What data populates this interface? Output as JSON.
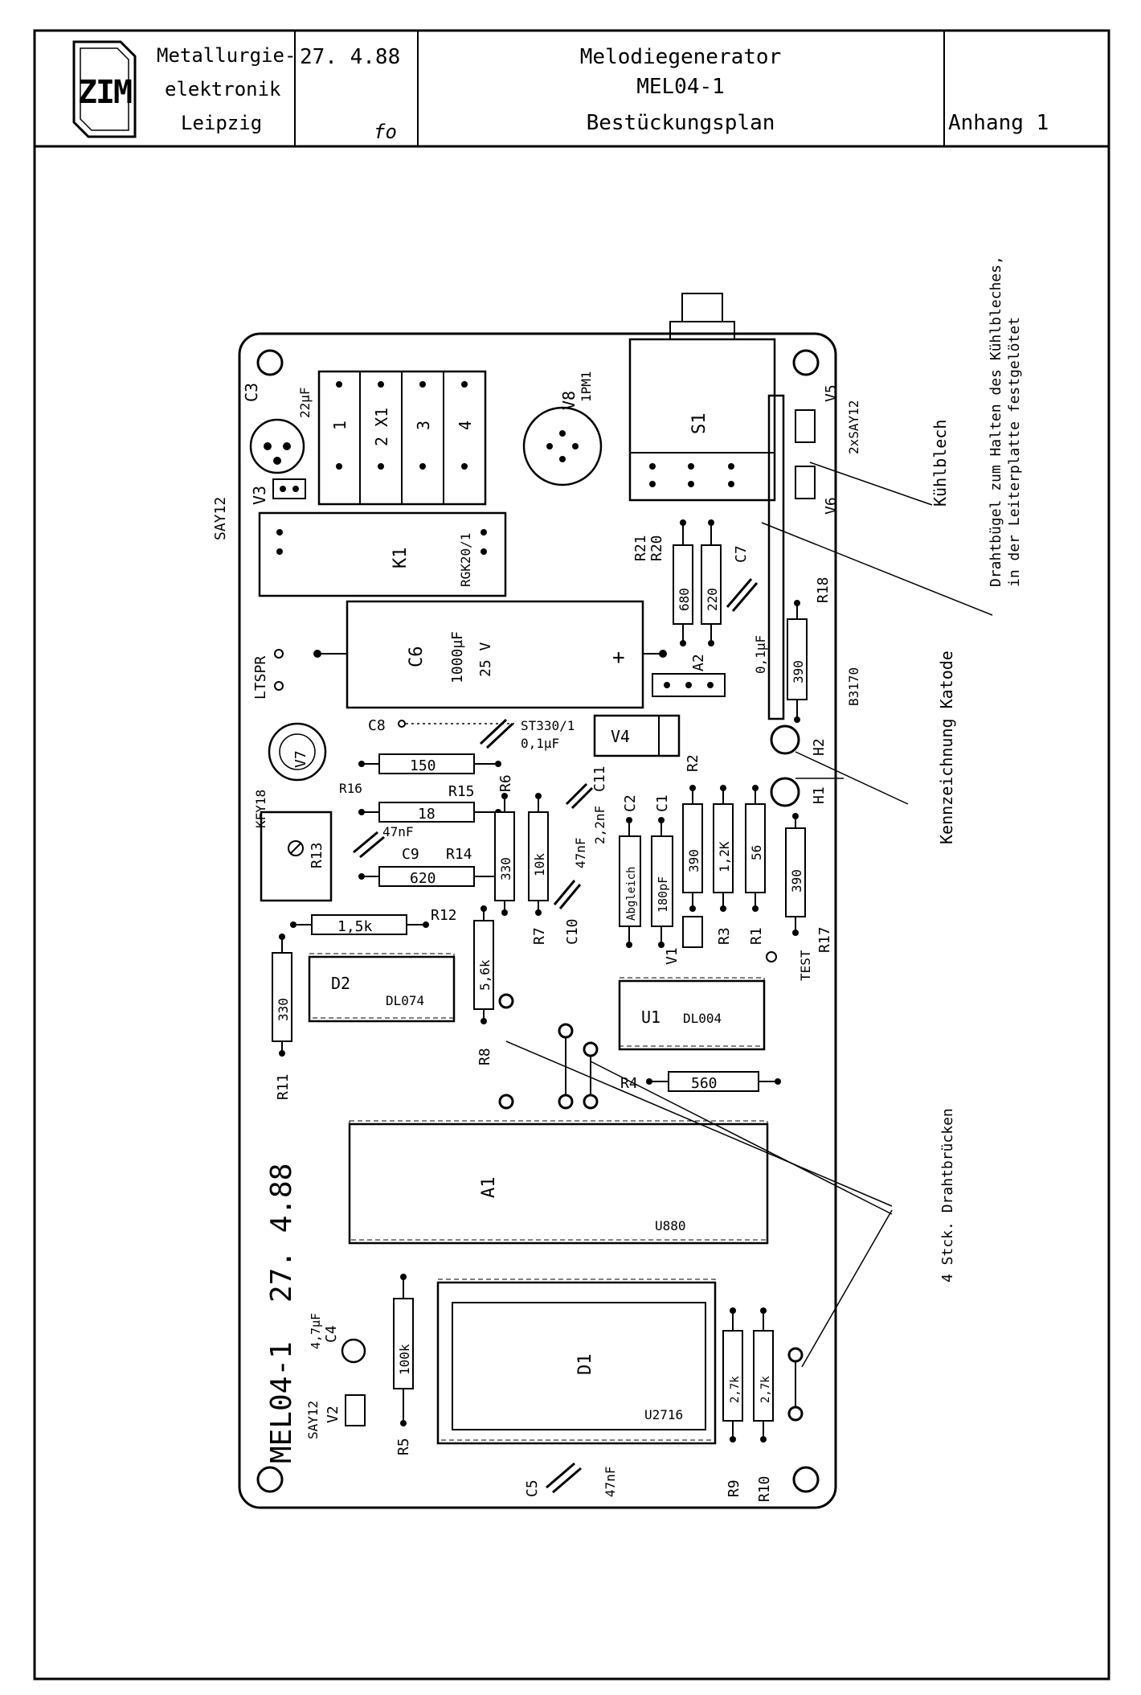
{
  "title_block": {
    "company": [
      "Metallurgie-",
      "elektronik",
      "Leipzig"
    ],
    "date": "27. 4.88",
    "signature": "fo",
    "title_lines": [
      "Melodiegenerator",
      "MEL04-1",
      "Bestückungsplan"
    ],
    "appendix": "Anhang 1",
    "logo_text": "ZIM"
  },
  "board": {
    "marking_id": "MEL04-1",
    "marking_date": "27. 4.88",
    "components": {
      "c3": "C3",
      "c3_val": "22µF",
      "v3": "V3",
      "sa_left": "SAY12",
      "x1_pins": [
        "1",
        "2 X1",
        "3",
        "4"
      ],
      "v8": "V8",
      "v8_type": "1PM1",
      "s1": "S1",
      "v5": "V5",
      "v6": "V6",
      "sa_right": "2xSAY12",
      "k1": "K1",
      "k1_type": "RGK20/1",
      "r21": "R21",
      "r20": "R20",
      "r21_val": "680",
      "r20_val": "220",
      "c7": "C7",
      "c7_val": "0,1µF",
      "r18": "R18",
      "r18_val": "390",
      "b3170": "B3170",
      "ltspr": "LTSPR",
      "c6": "C6",
      "c6_val": "1000µF",
      "c6_volt": "25 V",
      "a2": "A2",
      "st": "ST330/1",
      "c8": "C8",
      "c8_val": "0,1µF",
      "v4": "V4",
      "r2": "R2",
      "h1": "H1",
      "h2": "H2",
      "v7": "V7",
      "kfy": "KFY18",
      "r16": "R16",
      "r16_val": "150",
      "r15": "R15",
      "r15_val": "18",
      "c9": "C9",
      "c9_val": "47nF",
      "r14": "R14",
      "r14_val": "620",
      "r13": "R13",
      "r6": "R6",
      "r6_val": "330",
      "r7": "R7",
      "r7_val": "10k",
      "c10": "C10",
      "c10_val": "47nF",
      "c11": "C11",
      "c11_val": "2,2nF",
      "c2": "C2",
      "c2_val": "Abgleich",
      "c1": "C1",
      "c1_val": "180pF",
      "r3": "R3",
      "r3_val": "1,2K",
      "r1": "R1",
      "r1_val": "56",
      "r17": "R17",
      "r17_val": "390",
      "rr": "390",
      "v1": "V1",
      "test": "TEST",
      "r12": "R12",
      "r12_val": "1,5k",
      "r11": "R11",
      "r11_val": "330",
      "d2": "D2",
      "d2_type": "DL074",
      "r8": "R8",
      "r8_val": "5,6k",
      "u1": "U1",
      "u1_type": "DL004",
      "r4": "R4",
      "r4_val": "560",
      "a1": "A1",
      "a1_type": "U880",
      "c4": "C4",
      "c4_val": "4,7µF",
      "v2": "V2",
      "sa_v2": "SAY12",
      "r5": "R5",
      "r5_val": "100k",
      "d1": "D1",
      "d1_type": "U2716",
      "r9": "R9",
      "r9_val": "2,7k",
      "r10": "R10",
      "r10_val": "2,7k",
      "c5": "C5",
      "c5_val": "47nF"
    }
  },
  "annotations": {
    "kuehlblech": "Kühlblech",
    "drahtbuegel_1": "Drahtbügel zum Halten des Kühlbleches,",
    "drahtbuegel_2": "in der Leiterplatte festgelötet",
    "kennzeichnung": "Kennzeichnung Katode",
    "drahtbruecken": "4 Stck. Drahtbrücken"
  }
}
